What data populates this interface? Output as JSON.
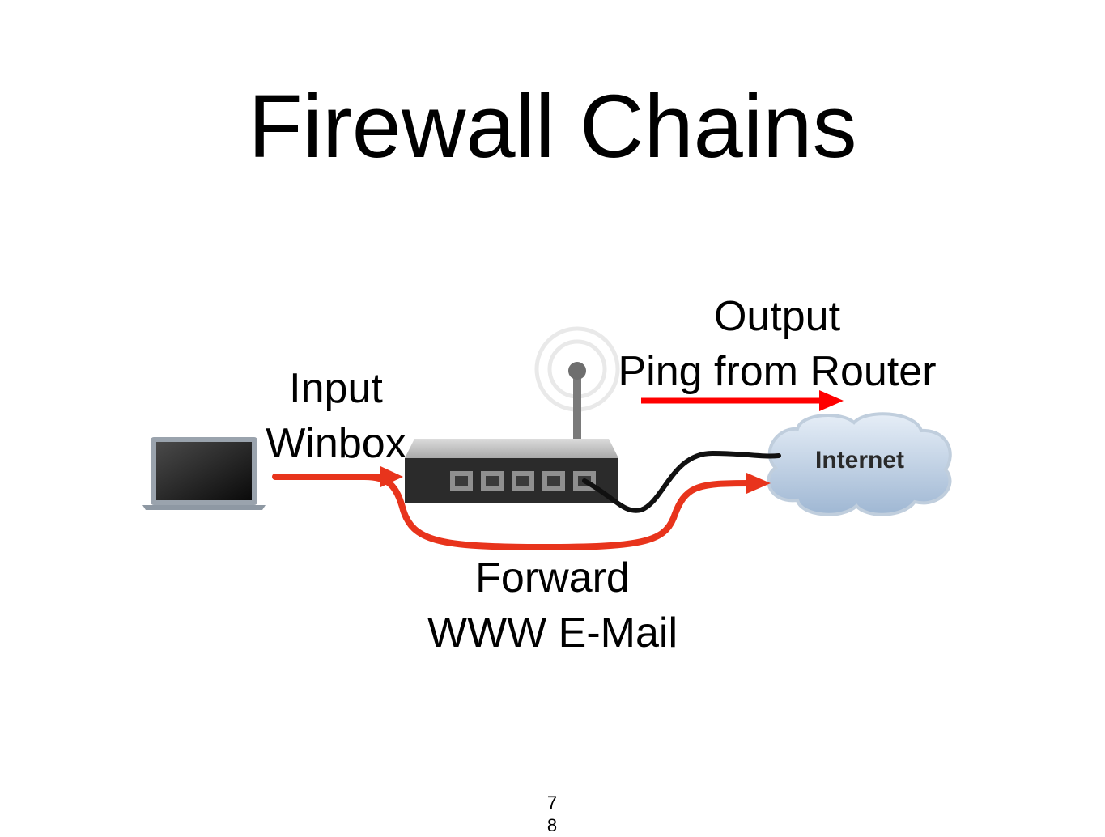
{
  "title": "Firewall Chains",
  "chains": {
    "input": {
      "name": "Input",
      "example": "Winbox"
    },
    "output": {
      "name": "Output",
      "example": "Ping from Router"
    },
    "forward": {
      "name": "Forward",
      "example": "WWW E-Mail"
    }
  },
  "cloud_label": "Internet",
  "slide_number": [
    "7",
    "8"
  ],
  "colors": {
    "arrow_red": "#e8341c",
    "arrow_bright_red": "#ff0000",
    "cable": "#111111",
    "cloud": "#c5d7ea"
  },
  "icons": [
    "laptop-icon",
    "router-icon",
    "internet-cloud-icon"
  ]
}
